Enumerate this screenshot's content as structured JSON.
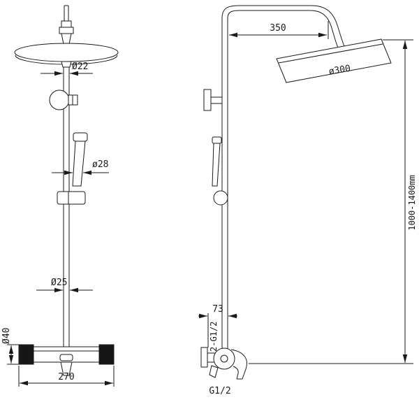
{
  "drawing": {
    "title": "shower column technical drawing",
    "front_view": {
      "dims": {
        "pipe_top": "Ø22",
        "hand_shower": "ø28",
        "pipe_lower": "Ø25",
        "mixer_height": "Ø40",
        "mixer_width": "270"
      }
    },
    "side_view": {
      "dims": {
        "arm_length": "350",
        "head_diameter": "ø300",
        "height_range": "1000-1400mm",
        "wall_offset": "73",
        "connections": "2-G1/2",
        "outlet_thread": "G1/2"
      }
    }
  }
}
